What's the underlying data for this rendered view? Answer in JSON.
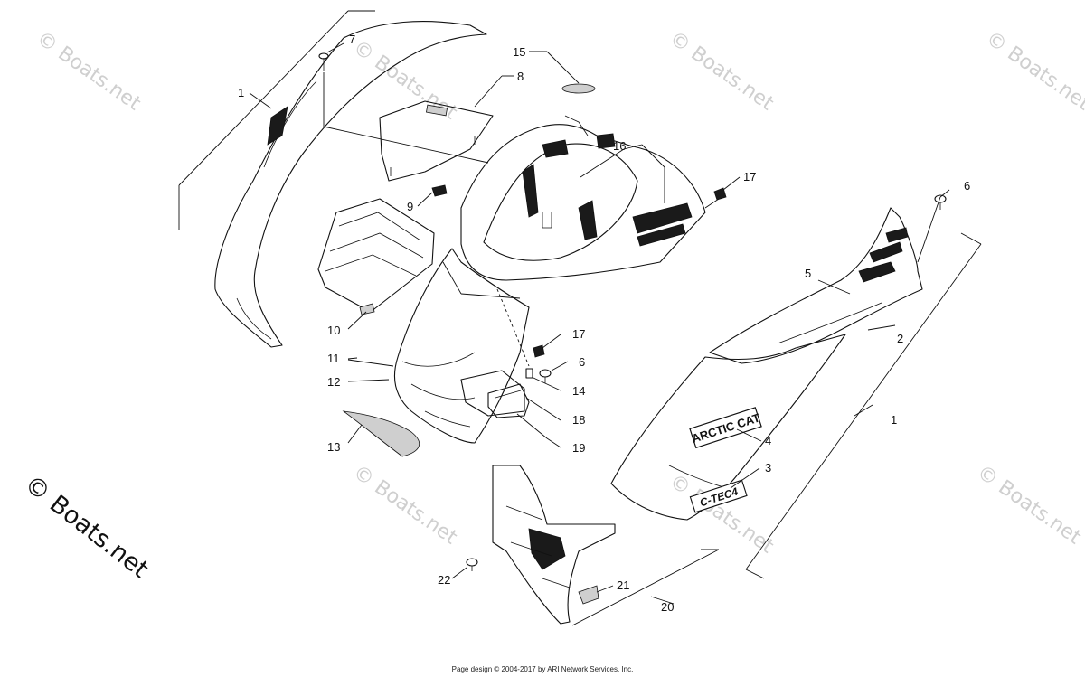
{
  "watermark": "© Boats.net",
  "footer": "Page design © 2004-2017 by ARI Network Services, Inc.",
  "decals": {
    "brand": "ARCTIC CAT",
    "engine": "C-TEC4"
  },
  "callouts": {
    "c1a": "1",
    "c1b": "1",
    "c2": "2",
    "c3": "3",
    "c4": "4",
    "c5": "5",
    "c6a": "6",
    "c6b": "6",
    "c7": "7",
    "c8": "8",
    "c9": "9",
    "c10": "10",
    "c11": "11",
    "c12": "12",
    "c13": "13",
    "c14": "14",
    "c15": "15",
    "c16": "16",
    "c17a": "17",
    "c17b": "17",
    "c18": "18",
    "c19": "19",
    "c20": "20",
    "c21": "21",
    "c22": "22"
  }
}
